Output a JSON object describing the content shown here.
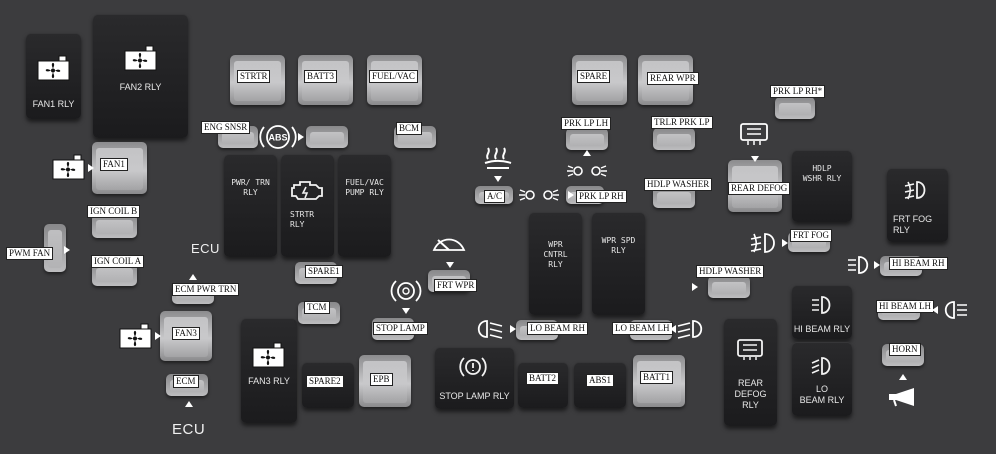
{
  "relays": {
    "fan1_rly": "FAN1 RLY",
    "fan2_rly": "FAN2 RLY",
    "pwr_trn_rly": "PWR/ TRN\nRLY",
    "strtr_rly": "STRTR\nRLY",
    "fuel_vac_pump_rly": "FUEL/VAC\nPUMP RLY",
    "wpr_cntrl_rly": "WPR\nCNTRL\nRLY",
    "wpr_spd_rly": "WPR SPD\nRLY",
    "hdlp_wshr_rly": "HDLP\nWSHR RLY",
    "frt_fog_rly": "FRT FOG\nRLY",
    "fan3_rly": "FAN3 RLY",
    "stop_lamp_rly": "STOP LAMP RLY",
    "rear_defog_rly": "REAR\nDEFOG\nRLY",
    "hi_beam_rly": "HI BEAM RLY",
    "lo_beam_rly": "LO\nBEAM RLY"
  },
  "labels": {
    "strtr": "STRTR",
    "batt3": "BATT3",
    "fuel_vac": "FUEL/VAC",
    "spare_top": "SPARE",
    "rear_wpr": "REAR WPR",
    "prk_lp_rh_star": "PRK LP RH*",
    "eng_snsr": "ENG SNSR",
    "bcm": "BCM",
    "prk_lp_lh": "PRK LP LH",
    "trlr_prk_lp": "TRLR PRK LP",
    "fan1": "FAN1",
    "a_c": "A/C",
    "prk_lp_rh": "PRK LP RH",
    "hdlp_washer_top": "HDLP WASHER",
    "rear_defog": "REAR DEFOG",
    "ign_coil_b": "IGN COIL B",
    "frt_fog": "FRT FOG",
    "pwm_fan": "PWM FAN",
    "ign_coil_a": "IGN COIL A",
    "spare1": "SPARE1",
    "hi_beam_rh": "HI BEAM RH",
    "hdlp_washer_mid": "HDLP WASHER",
    "frt_wpr": "FRT WPR",
    "ecm_pwr_trn": "ECM PWR TRN",
    "tcm": "TCM",
    "hi_beam_lh": "HI BEAM LH",
    "stop_lamp": "STOP LAMP",
    "lo_beam_rh": "LO BEAM RH",
    "lo_beam_lh": "LO BEAM LH",
    "fan3": "FAN3",
    "horn": "HORN",
    "spare2": "SPARE2",
    "epb": "EPB",
    "batt2": "BATT2",
    "abs1": "ABS1",
    "batt1": "BATT1",
    "ecm": "ECM"
  },
  "text": {
    "ecu_top": "ECU",
    "ecu_bottom": "ECU",
    "abs_badge": "ABS"
  },
  "icons": [
    "fan-icon",
    "engine-warning-icon",
    "abs-icon",
    "windshield-defrost-icon",
    "rear-defrost-icon",
    "parking-light-icon",
    "fog-light-icon",
    "wiper-icon",
    "stop-lamp-icon",
    "high-beam-icon",
    "low-beam-icon",
    "horn-icon"
  ]
}
